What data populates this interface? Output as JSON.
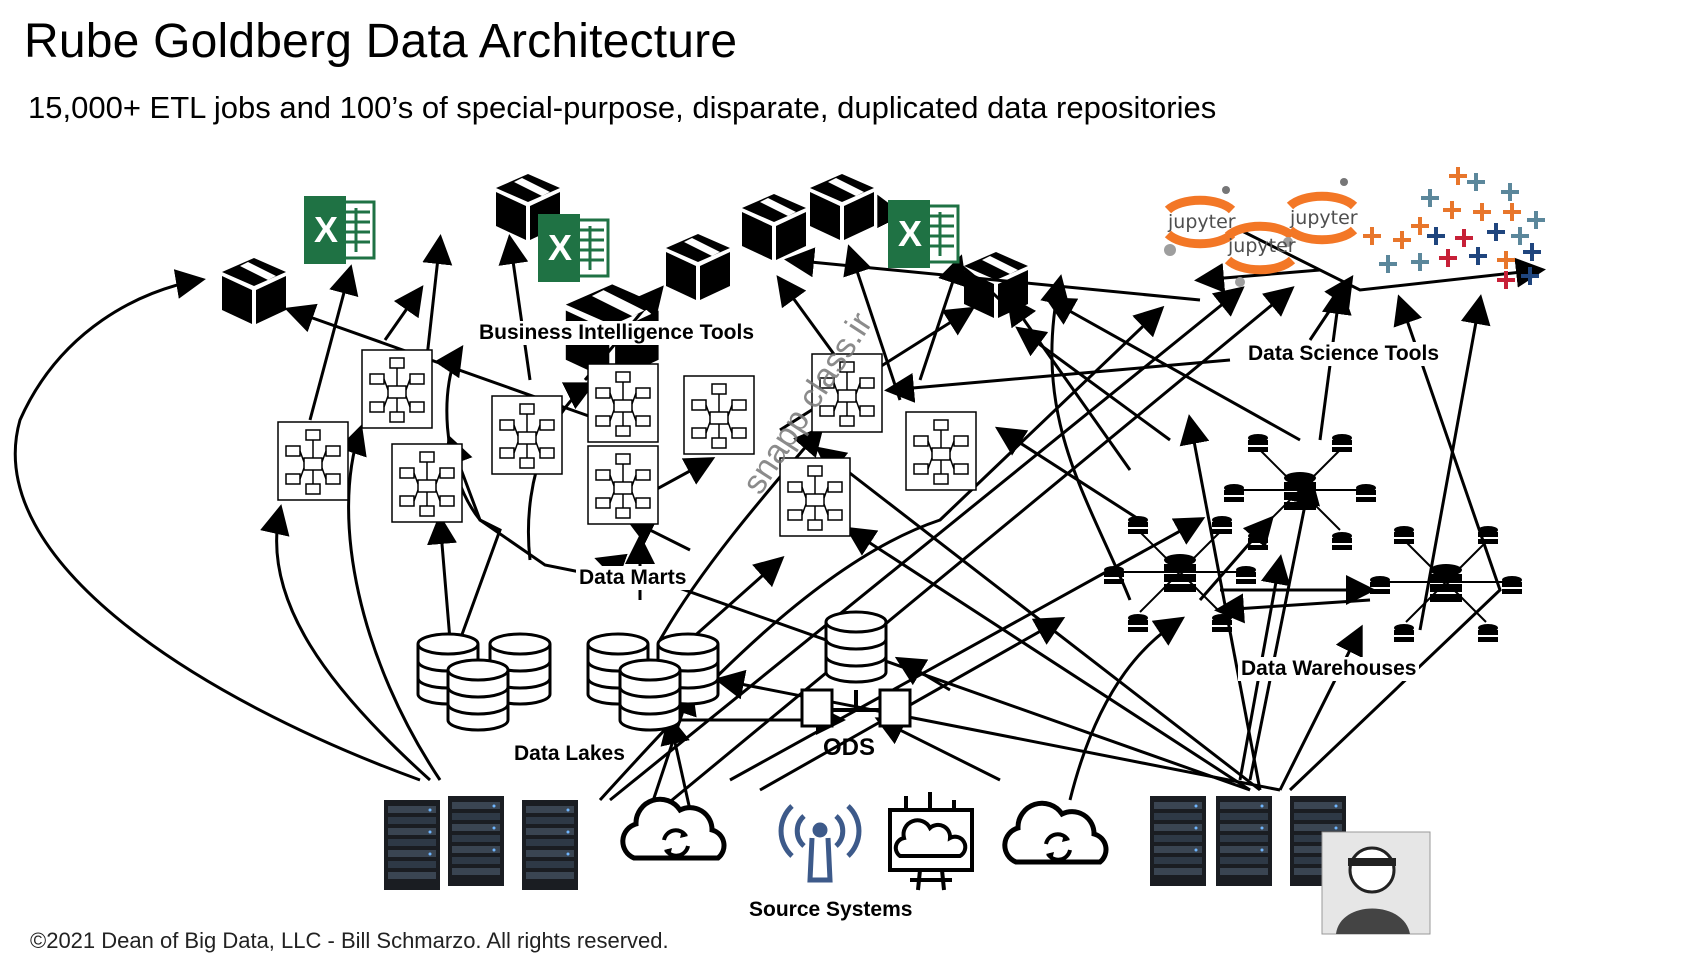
{
  "title": "Rube Goldberg Data Architecture",
  "subtitle": "15,000+ ETL jobs and 100’s of special-purpose, disparate, duplicated data repositories",
  "labels": {
    "bi_tools": "Business Intelligence Tools",
    "data_science_tools": "Data Science Tools",
    "data_marts": "Data Marts",
    "data_warehouses": "Data Warehouses",
    "data_lakes": "Data Lakes",
    "source_systems": "Source Systems",
    "ods": "ODS"
  },
  "jupyter_logos": [
    "jupyter",
    "jupyter",
    "jupyter"
  ],
  "excel_logos": [
    "X",
    "X",
    "X"
  ],
  "watermark": "snapp class.ir",
  "footer": "©2021 Dean of Big Data, LLC - Bill Schmarzo. All rights reserved.",
  "colors": {
    "excel_green": "#1f7244",
    "jupyter_orange": "#f37726",
    "tableau_orange": "#e8762b",
    "tableau_blue": "#1f457e",
    "tableau_red": "#c72037",
    "tableau_light": "#5b879b",
    "signal_blue": "#3d5a8a"
  }
}
